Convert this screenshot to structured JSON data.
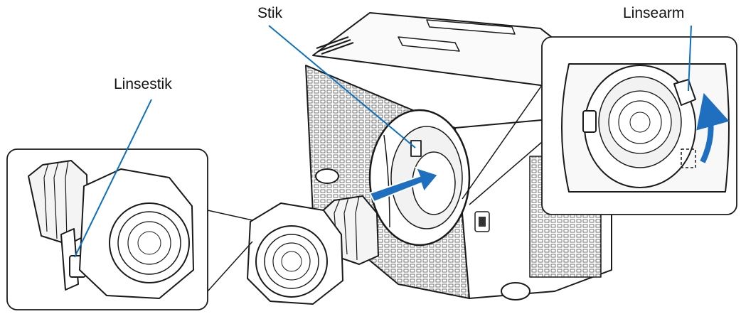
{
  "labels": {
    "lens_pin": "Linsestik",
    "pin": "Stik",
    "lens_arm": "Linsearm"
  },
  "colors": {
    "line": "#1a1a1a",
    "leader": "#0a6fc0",
    "arrow": "#1f6fc1",
    "fill": "#ffffff",
    "shade": "#e9e9e9"
  }
}
